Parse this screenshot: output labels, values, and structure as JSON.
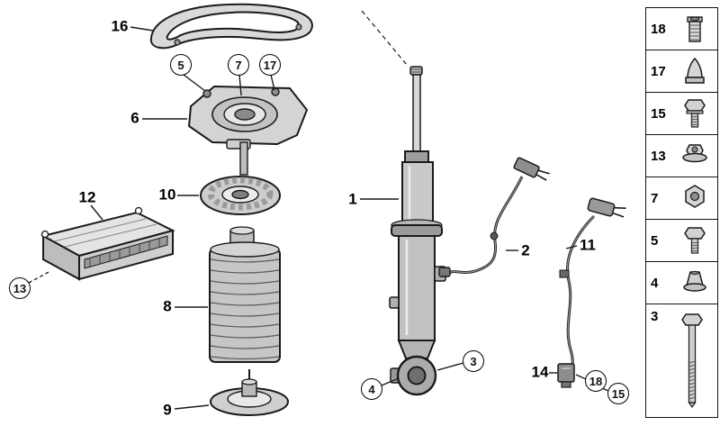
{
  "colors": {
    "background": "#ffffff",
    "line": "#1a1a1a",
    "part_fill": "#d6d6d6"
  },
  "callouts": {
    "plain": {
      "n1": "1",
      "n2": "2",
      "n6": "6",
      "n8": "8",
      "n9": "9",
      "n10": "10",
      "n11": "11",
      "n12": "12",
      "n14": "14",
      "n16": "16"
    },
    "circled": {
      "n3": "3",
      "n4": "4",
      "n5": "5",
      "n7": "7",
      "n13": "13",
      "n15": "15",
      "n17": "17",
      "n18": "18"
    }
  },
  "legend": {
    "items": [
      {
        "label": "18",
        "icon": "threaded-insert-icon"
      },
      {
        "label": "17",
        "icon": "cone-nut-icon"
      },
      {
        "label": "15",
        "icon": "flange-bolt-icon"
      },
      {
        "label": "13",
        "icon": "flange-nut-icon"
      },
      {
        "label": "7",
        "icon": "hex-nut-icon"
      },
      {
        "label": "5",
        "icon": "hex-bolt-icon"
      },
      {
        "label": "4",
        "icon": "cone-flange-nut-icon"
      },
      {
        "label": "3",
        "icon": "long-bolt-icon"
      }
    ]
  }
}
